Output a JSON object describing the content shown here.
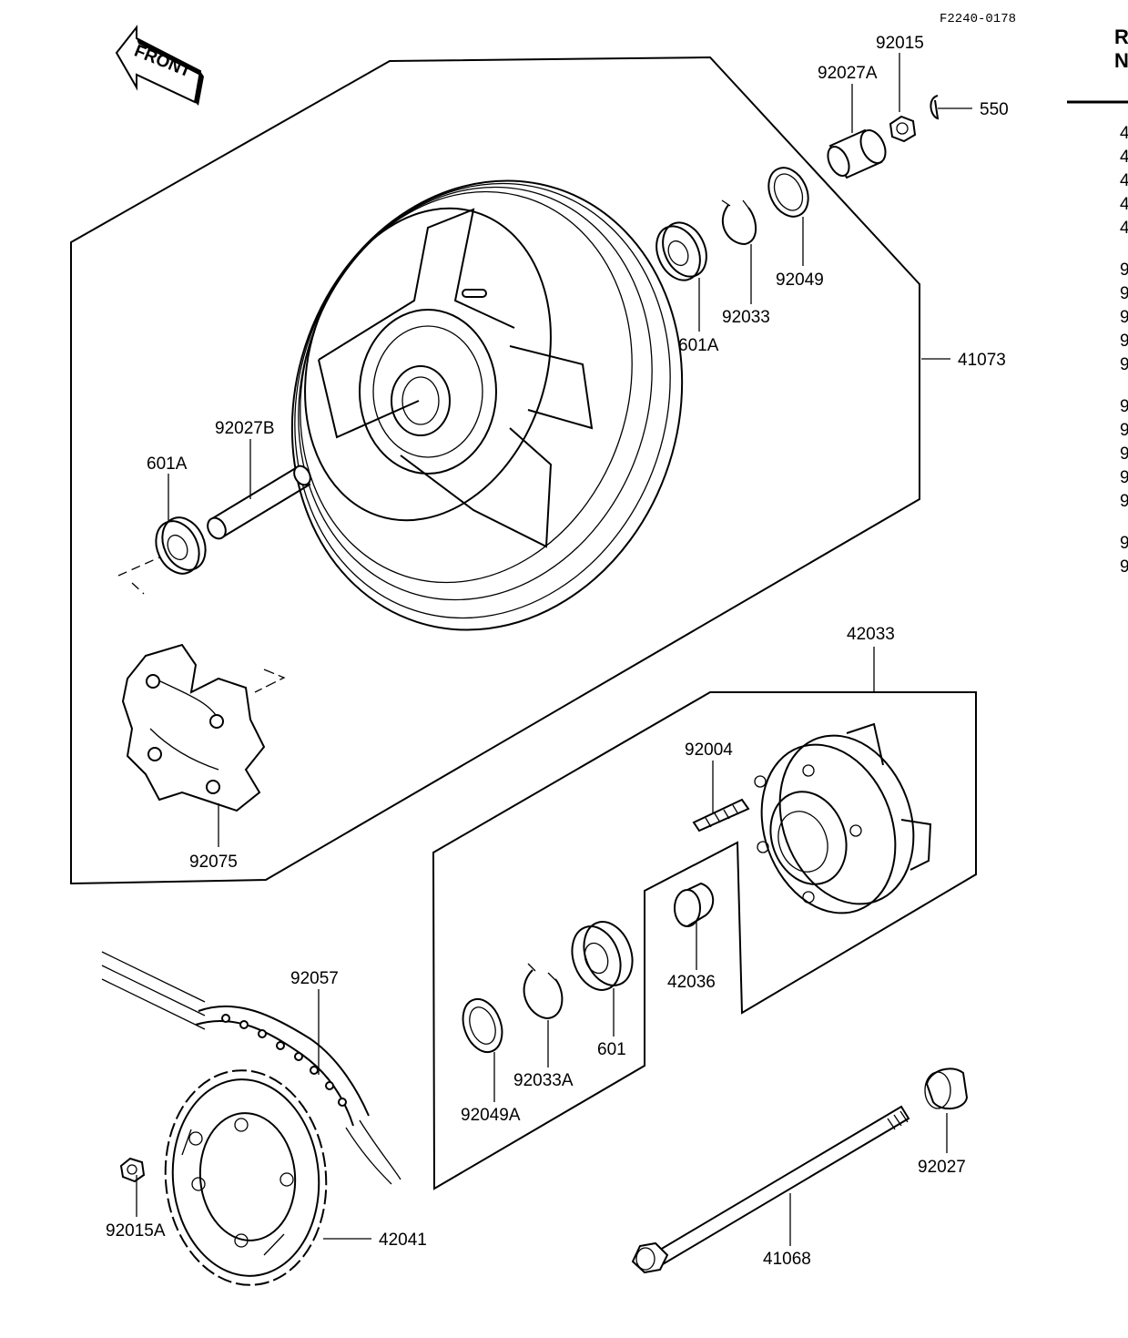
{
  "doc_code": "F2240-0178",
  "front_badge": "FRONT",
  "header_fragment": [
    "R",
    "N"
  ],
  "side_fragments": [
    "4",
    "4",
    "4",
    "4",
    "4",
    "9",
    "9",
    "9",
    "9",
    "9",
    "9",
    "9",
    "9",
    "9",
    "9",
    "9",
    "9"
  ],
  "labels": {
    "p92015": "92015",
    "p92027A": "92027A",
    "p550": "550",
    "p92049": "92049",
    "p92033": "92033",
    "p601A_top": "601A",
    "p41073": "41073",
    "p92027B": "92027B",
    "p601A_left": "601A",
    "p92075": "92075",
    "p42033": "42033",
    "p92004": "92004",
    "p42036": "42036",
    "p601": "601",
    "p92033A": "92033A",
    "p92049A": "92049A",
    "p92057": "92057",
    "p92015A": "92015A",
    "p42041": "42041",
    "p41068": "41068",
    "p92027": "92027"
  }
}
